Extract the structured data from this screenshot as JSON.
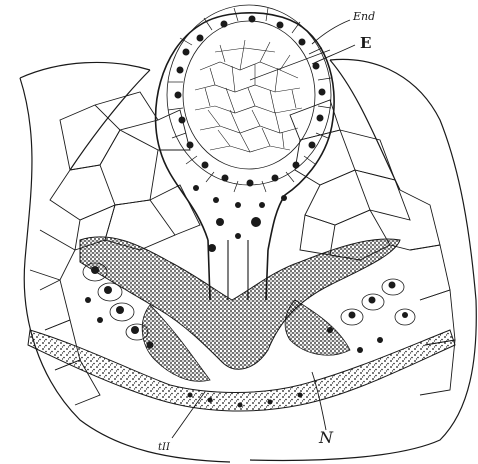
{
  "labels": {
    "end": "End",
    "e": "E",
    "tii": "tII",
    "n": "N"
  },
  "colors": {
    "ink": "#1a1a1a",
    "paper": "#ffffff",
    "stipple": "#2a2a2a"
  }
}
